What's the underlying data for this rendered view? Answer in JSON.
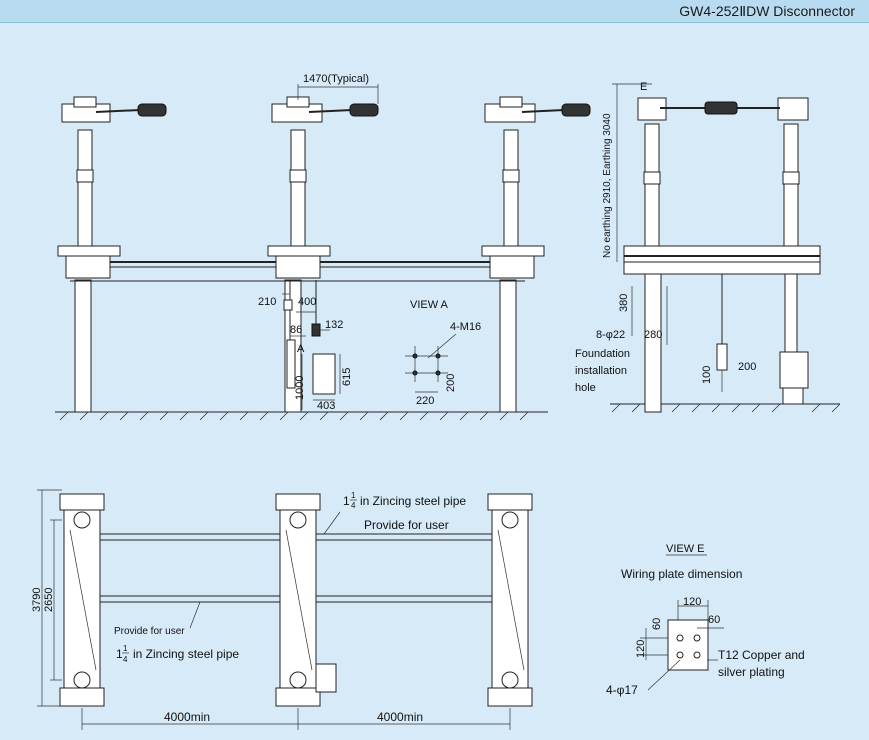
{
  "title": "GW4-252ⅡDW Disconnector",
  "front_view": {
    "span_dim": "1470(Typical)",
    "dim_210": "210",
    "dim_400": "400",
    "dim_86": "86",
    "dim_132": "132",
    "label_A": "A",
    "dim_1000": "1000",
    "dim_615": "615",
    "dim_403": "403"
  },
  "view_a": {
    "title": "VIEW A",
    "bolt_label": "4-M16",
    "dim_220": "220",
    "dim_200": "200"
  },
  "side_view": {
    "label_E": "E",
    "height_label": "No earthing 2910,  Earthing 3040",
    "dim_380": "380",
    "dim_280": "280",
    "holes_label": "8-φ22",
    "foundation_label_1": "Foundation",
    "foundation_label_2": "installation",
    "foundation_label_3": "hole",
    "dim_100": "100",
    "dim_200": "200"
  },
  "plan_view": {
    "pipe_label_top": "in Zincing steel pipe",
    "provide_label_top": "Provide for user",
    "provide_label_bottom": "Provide for user",
    "pipe_label_bottom": "in Zincing steel pipe",
    "fraction_whole": "1",
    "fraction_num": "1",
    "fraction_den": "4",
    "dim_3790": "3790",
    "dim_2650": "2650",
    "dim_span_1": "4000min",
    "dim_span_2": "4000min"
  },
  "view_e": {
    "title": "VIEW E",
    "subtitle": "Wiring plate dimension",
    "dim_120_top": "120",
    "dim_60_left": "60",
    "dim_60_right": "60",
    "dim_120_left": "120",
    "note_1": "T12 Copper and",
    "note_2": "silver plating",
    "holes_label": "4-φ17"
  }
}
